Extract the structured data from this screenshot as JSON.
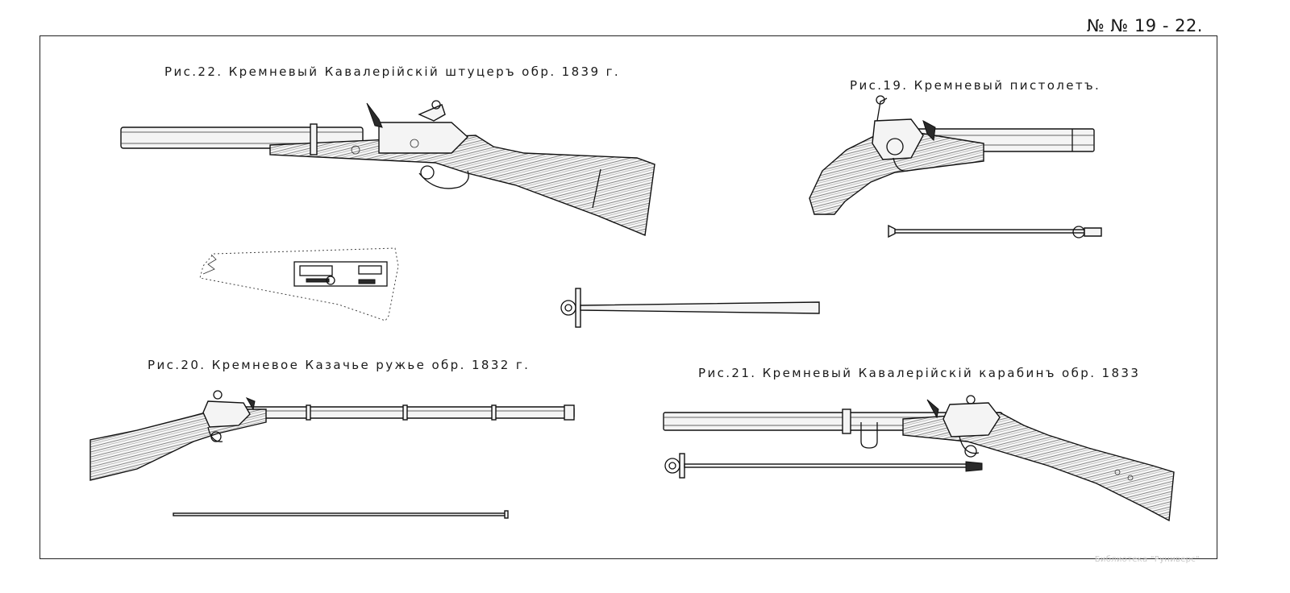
{
  "plate": {
    "number": "№ № 19 - 22."
  },
  "figures": {
    "fig22": {
      "caption": "Рис.22. Кремневый Кавалерiйскiй штуцеръ обр. 1839 г."
    },
    "fig19": {
      "caption": "Рис.19. Кремневый пистолетъ."
    },
    "fig20": {
      "caption": "Рис.20. Кремневое Казачье ружье обр. 1832 г."
    },
    "fig21": {
      "caption": "Рис.21. Кремневый Кавалерiйскiй карабинъ обр. 1833"
    }
  },
  "watermark": "Библиотека \"Руниверс\""
}
